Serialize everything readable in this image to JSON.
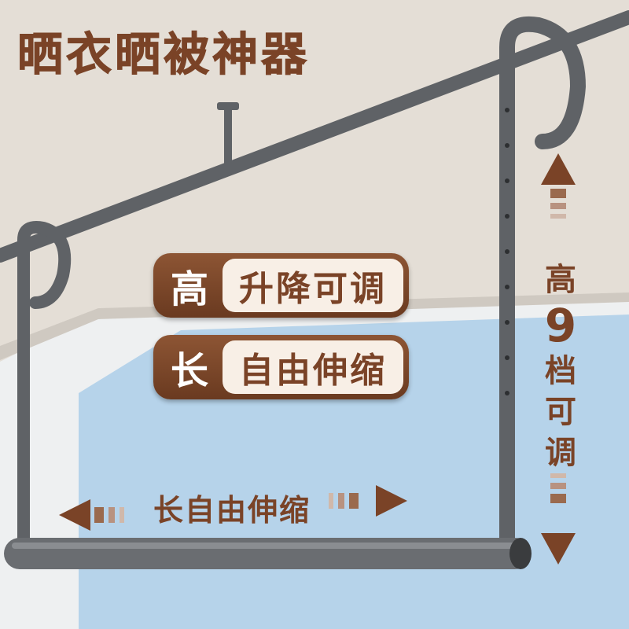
{
  "title": "晒衣晒被神器",
  "badges": [
    {
      "key": "高",
      "value": "升降可调"
    },
    {
      "key": "长",
      "value": "自由伸缩"
    }
  ],
  "horizontal_label": "长自由伸缩",
  "vertical_label": {
    "top": "高",
    "number": "9",
    "bottom": [
      "档",
      "可",
      "调"
    ]
  },
  "colors": {
    "brand": "#7a4327",
    "rod": "#5f6266",
    "window": "#b6d3ea",
    "ceiling": "#e4ded6"
  }
}
